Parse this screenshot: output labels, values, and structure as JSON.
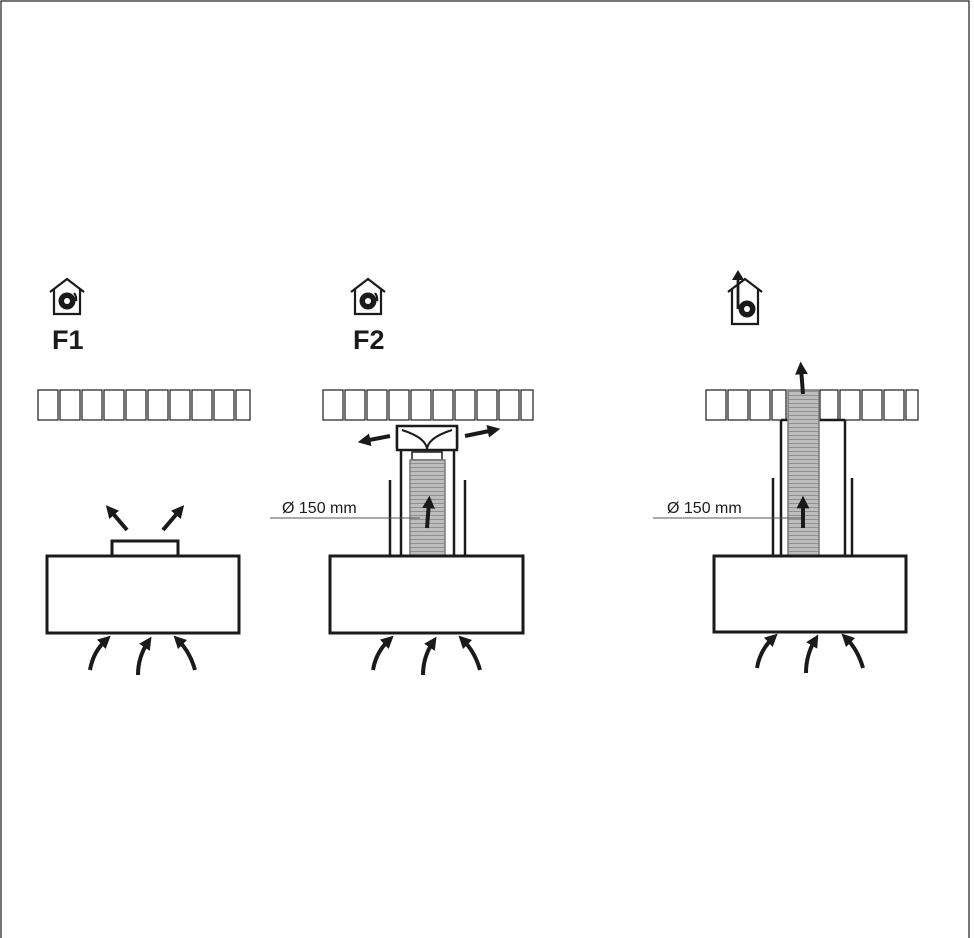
{
  "panels": [
    {
      "id": "F1",
      "label": "F1",
      "mode_icon": "recirculation-house-icon"
    },
    {
      "id": "F2",
      "label": "F2",
      "mode_icon": "recirculation-house-icon",
      "dimension_label": "Ø 150 mm"
    },
    {
      "id": "extraction",
      "label": "",
      "mode_icon": "extraction-house-icon",
      "dimension_label": "Ø 150 mm"
    }
  ],
  "colors": {
    "stroke": "#1a1a1a",
    "duct_fill": "#b8b8b8",
    "background": "#ffffff"
  }
}
